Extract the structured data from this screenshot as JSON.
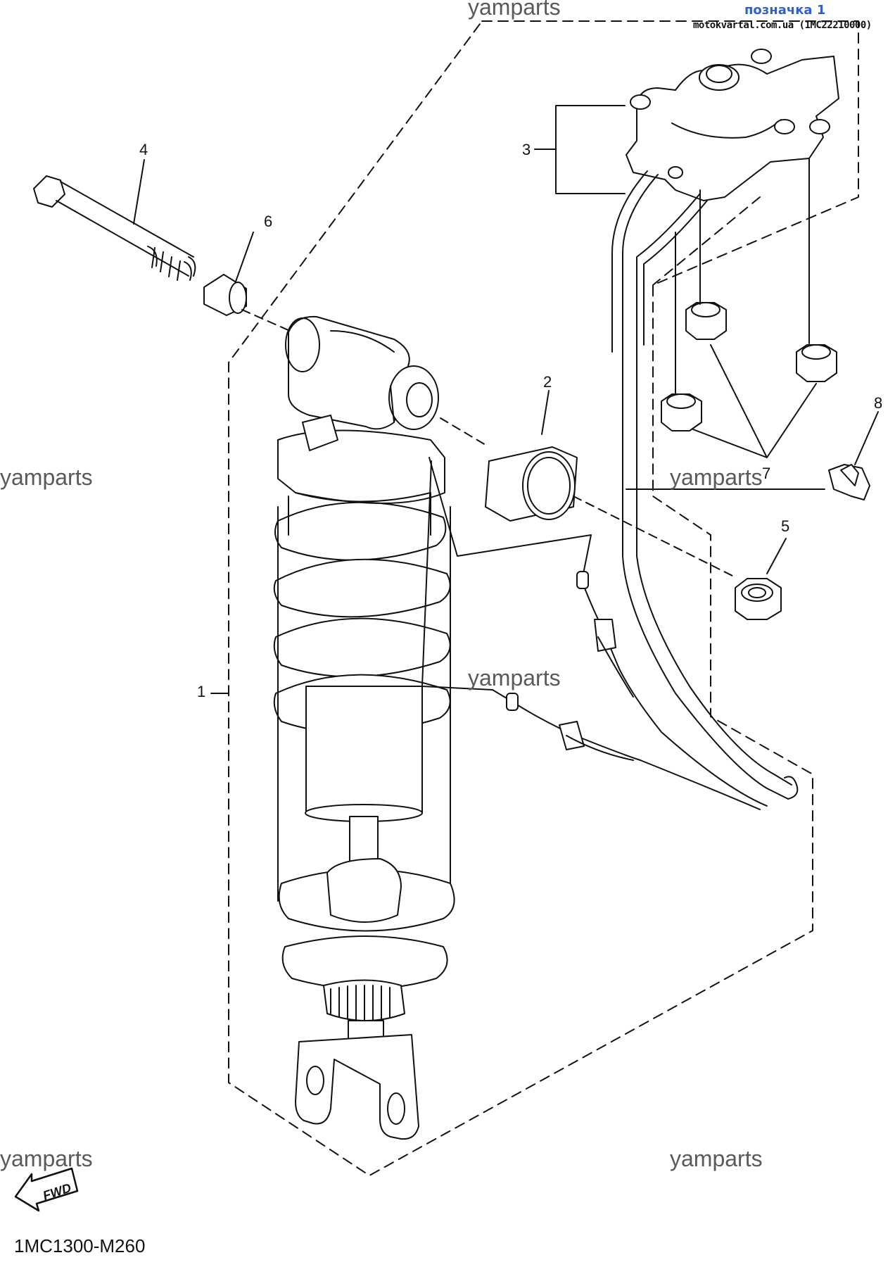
{
  "header": {
    "label_link": "позначка 1",
    "source": "motokvartal.com.ua (1MC22210000)"
  },
  "watermark": "yamparts",
  "diagram_code": "1MC1300-M260",
  "fwd_label": "FWD",
  "callouts": [
    "1",
    "2",
    "3",
    "4",
    "5",
    "6",
    "7",
    "8"
  ],
  "colors": {
    "line": "#111111",
    "link": "#2f5fd0",
    "watermark": "#5a5a5a"
  }
}
